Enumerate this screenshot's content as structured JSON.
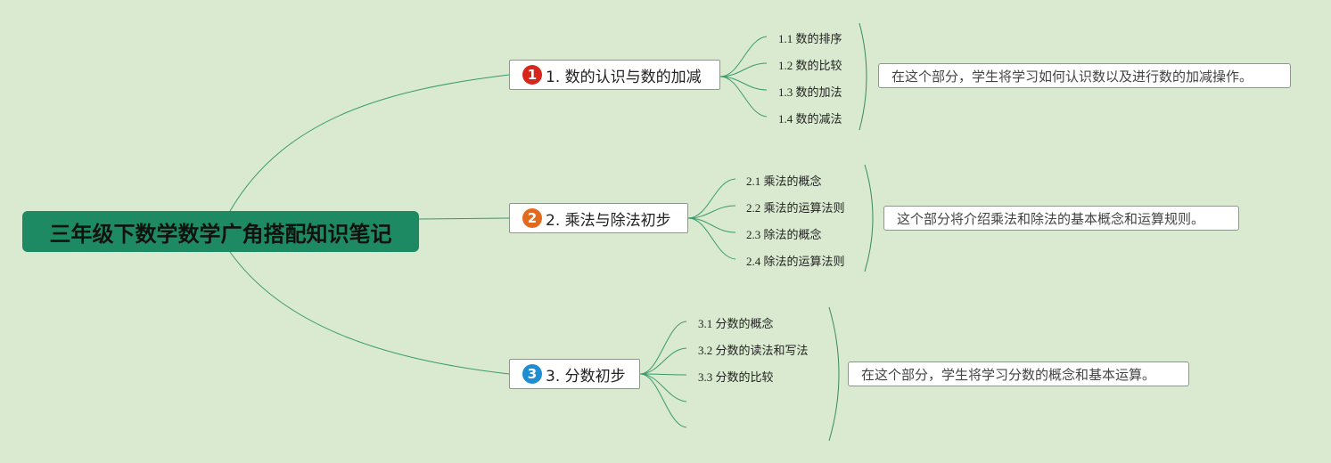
{
  "root": {
    "title": "三年级下数学数学广角搭配知识笔记"
  },
  "branches": [
    {
      "badge": "1",
      "badge_color": "#d7261c",
      "label": "1. 数的认识与数的加减",
      "children": [
        "1.1 数的排序",
        "1.2 数的比较",
        "1.3 数的加法",
        "1.4 数的减法"
      ],
      "summary": "在这个部分，学生将学习如何认识数以及进行数的加减操作。"
    },
    {
      "badge": "2",
      "badge_color": "#e26a1e",
      "label": "2. 乘法与除法初步",
      "children": [
        "2.1 乘法的概念",
        "2.2 乘法的运算法则",
        "2.3 除法的概念",
        "2.4 除法的运算法则"
      ],
      "summary": "这个部分将介绍乘法和除法的基本概念和运算规则。"
    },
    {
      "badge": "3",
      "badge_color": "#1e8ed0",
      "label": "3. 分数初步",
      "children": [
        "3.1 分数的概念",
        "3.2 分数的读法和写法",
        "3.3 分数的比较",
        "",
        ""
      ],
      "summary": "在这个部分，学生将学习分数的概念和基本运算。"
    }
  ],
  "colors": {
    "line": "#3a9a6a",
    "bracket": "#3a8a5a"
  }
}
